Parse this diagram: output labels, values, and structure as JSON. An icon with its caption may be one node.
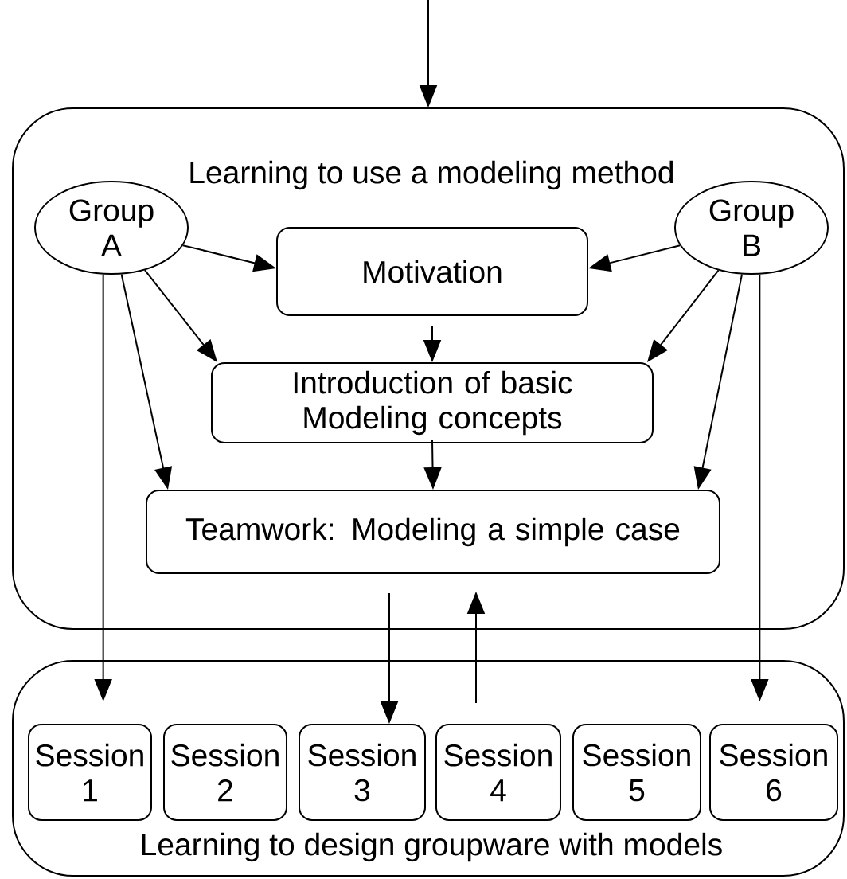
{
  "diagram": {
    "nodes": [
      {
        "text": [
          "Learning to use a modeling method"
        ]
      },
      {
        "text": [
          "Group A"
        ],
        "in": 0
      },
      {
        "text": [
          "Group B"
        ],
        "in": 0
      },
      {
        "text": [
          "Motivation"
        ],
        "in": 0
      },
      {
        "text": [
          "Introduction of basic Modeling concepts"
        ],
        "in": 0
      },
      {
        "text": [
          "Teamwork: Modeling a simple case"
        ],
        "in": 0
      },
      {
        "text": [
          "Learning to design groupware with models"
        ]
      },
      {
        "text": [
          "Session 1"
        ],
        "in": 6
      },
      {
        "text": [
          "Session 2"
        ],
        "in": 6
      },
      {
        "text": [
          "Session 3"
        ],
        "in": 6
      },
      {
        "text": [
          "Session 4"
        ],
        "in": 6
      },
      {
        "text": [
          "Session 5"
        ],
        "in": 6
      },
      {
        "text": [
          "Session 6"
        ],
        "in": 6
      }
    ],
    "edges": [
      {
        "from": null,
        "to": 0,
        "arrow": "to"
      },
      {
        "from": 1,
        "to": 3,
        "arrow": "to"
      },
      {
        "from": 1,
        "to": 4,
        "arrow": "to"
      },
      {
        "from": 1,
        "to": 5,
        "arrow": "to"
      },
      {
        "from": 2,
        "to": 3,
        "arrow": "to"
      },
      {
        "from": 2,
        "to": 4,
        "arrow": "to"
      },
      {
        "from": 2,
        "to": 5,
        "arrow": "to"
      },
      {
        "from": 3,
        "to": 4,
        "arrow": "to"
      },
      {
        "from": 4,
        "to": 5,
        "arrow": "to"
      },
      {
        "from": 1,
        "to": 7,
        "arrow": "to"
      },
      {
        "from": 5,
        "to": 9,
        "arrow": "to"
      },
      {
        "from": 10,
        "to": 0,
        "arrow": "to"
      },
      {
        "from": 2,
        "to": 12,
        "arrow": "to"
      }
    ]
  }
}
